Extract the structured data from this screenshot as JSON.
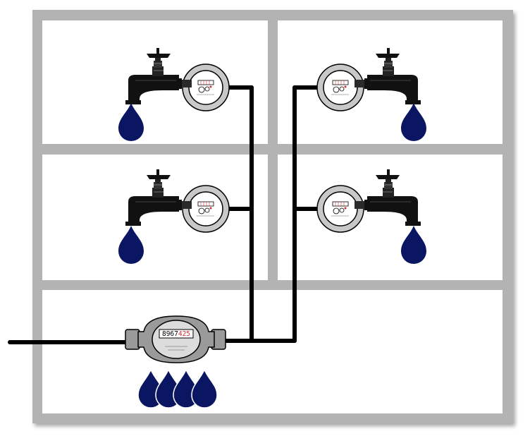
{
  "colors": {
    "wall": "#b3b3b3",
    "room": "#ffffff",
    "pipe": "#000000",
    "drop": "#0b1663",
    "meter_body": "#9a9a9a",
    "meter_face": "#dcdcdc",
    "digit_black": "#000000",
    "digit_red": "#d03030"
  },
  "main_meter": {
    "digits_black": "8967",
    "digits_red": "425"
  },
  "apartment_meters": [
    {
      "id": "top-left"
    },
    {
      "id": "top-right"
    },
    {
      "id": "middle-left"
    },
    {
      "id": "middle-right"
    }
  ],
  "icons": {
    "faucet": "faucet-icon",
    "water_drop": "water-drop-icon",
    "main_meter": "main-water-meter-icon",
    "apartment_meter": "apartment-water-meter-icon"
  }
}
